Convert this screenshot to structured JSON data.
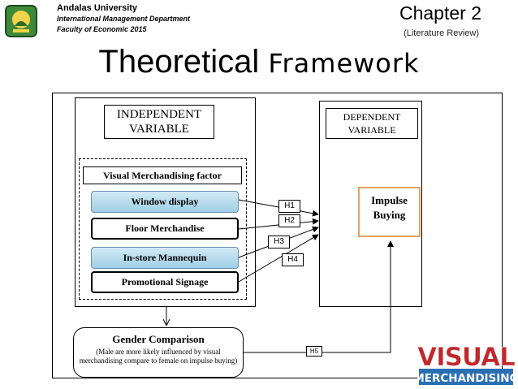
{
  "header": {
    "university": "Andalas University",
    "department": "International Management Department",
    "faculty": "Faculty of Economic 2015",
    "chapter": "Chapter 2",
    "chapter_sub": "(Literature Review)",
    "title_part1": "Theoretical",
    "title_part2": "Framework"
  },
  "diagram": {
    "independent_label": "INDEPENDENT VARIABLE",
    "dependent_label": "DEPENDENT VARIABLE",
    "factor_group_label": "Visual Merchandising factor",
    "factors": [
      {
        "label": "Window display"
      },
      {
        "label": "Floor Merchandise"
      },
      {
        "label": "In-store Mannequin"
      },
      {
        "label": "Promotional Signage"
      }
    ],
    "outcome": "Impulse Buying",
    "hypotheses": [
      "H1",
      "H2",
      "H3",
      "H4",
      "H5"
    ],
    "moderator": {
      "title": "Gender Comparison",
      "description": "(Male are more likely influenced by visual merchandising compare to female on impulse buying)"
    }
  },
  "logo": {
    "line1": "VISUAL",
    "line2": "MERCHANDISING"
  },
  "colors": {
    "factor_blue": "#9fcfe6",
    "impulse_border": "#e8a25b",
    "logo_red": "#c0282d",
    "logo_blue": "#2a6fb4",
    "uni_logo_green": "#3f8a3a"
  }
}
